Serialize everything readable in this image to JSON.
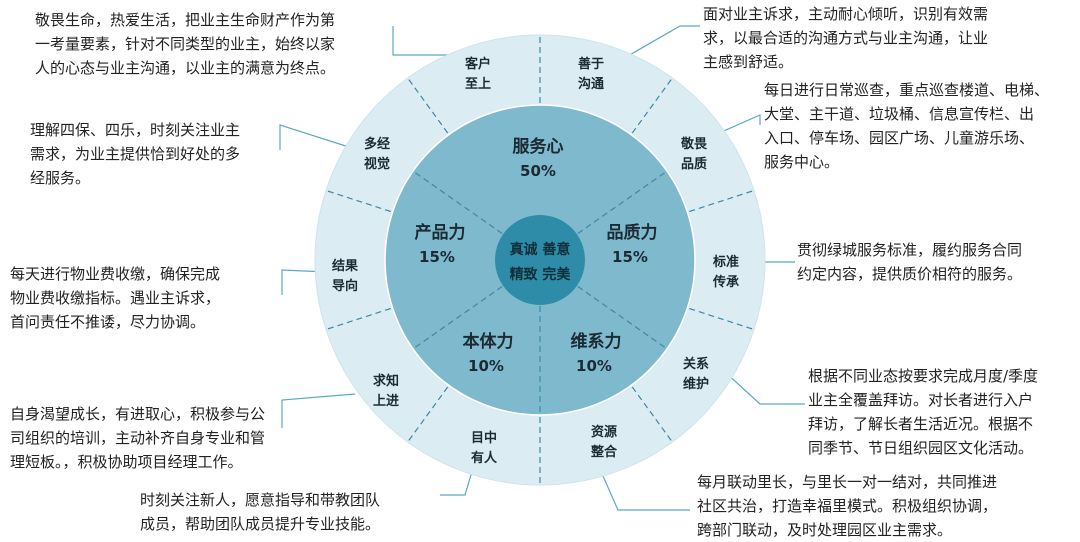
{
  "core": {
    "line1": "真诚 善意",
    "line2": "精致 完美"
  },
  "inner": [
    {
      "name": "服务心",
      "pct": "50%"
    },
    {
      "name": "品质力",
      "pct": "15%"
    },
    {
      "name": "维系力",
      "pct": "10%"
    },
    {
      "name": "本体力",
      "pct": "10%"
    },
    {
      "name": "产品力",
      "pct": "15%"
    }
  ],
  "outer": [
    {
      "line1": "善于",
      "line2": "沟通"
    },
    {
      "line1": "敬畏",
      "line2": "品质"
    },
    {
      "line1": "标准",
      "line2": "传承"
    },
    {
      "line1": "关系",
      "line2": "维护"
    },
    {
      "line1": "资源",
      "line2": "整合"
    },
    {
      "line1": "目中",
      "line2": "有人"
    },
    {
      "line1": "求知",
      "line2": "上进"
    },
    {
      "line1": "结果",
      "line2": "导向"
    },
    {
      "line1": "多经",
      "line2": "视觉"
    },
    {
      "line1": "客户",
      "line2": "至上"
    }
  ],
  "notes": [
    {
      "key": "客户至上",
      "text": "敬畏生命，热爱生活，把业主生命财产作为第\n一考量要素，针对不同类型的业主，始终以家\n人的心态与业主沟通，以业主的满意为终点。"
    },
    {
      "key": "善于沟通",
      "text": "面对业主诉求，主动耐心倾听，识别有效需\n求，以最合适的沟通方式与业主沟通，让业\n主感到舒适。"
    },
    {
      "key": "敬畏品质",
      "text": "每日进行日常巡查，重点巡查楼道、电梯、\n大堂、主干道、垃圾桶、信息宣传栏、出\n入口、停车场、园区广场、儿童游乐场、\n服务中心。"
    },
    {
      "key": "多经视觉",
      "text": "理解四保、四乐，时刻关注业主\n需求，为业主提供恰到好处的多\n经服务。"
    },
    {
      "key": "标准传承",
      "text": "贯彻绿城服务标准，履约服务合同\n约定内容，提供质价相符的服务。"
    },
    {
      "key": "结果导向",
      "text": "每天进行物业费收缴，确保完成\n物业费收缴指标。遇业主诉求，\n首问责任不推诿，尽力协调。"
    },
    {
      "key": "关系维护",
      "text": "根据不同业态按要求完成月度/季度\n业主全覆盖拜访。对长者进行入户\n拜访，了解长者生活近况。根据不\n同季节、节日组织园区文化活动。"
    },
    {
      "key": "求知上进",
      "text": "自身渴望成长，有进取心，积极参与公\n司组织的培训，主动补齐自身专业和管\n理短板。，积极协助项目经理工作。"
    },
    {
      "key": "目中有人",
      "text": "时刻关注新人，愿意指导和带教团队\n成员，帮助团队成员提升专业技能。"
    },
    {
      "key": "资源整合",
      "text": "每月联动里长，与里长一对一结对，共同推进\n社区共治，打造幸福里模式。积极组织协调，\n跨部门联动，及时处理园区业主需求。"
    }
  ],
  "colors": {
    "outer_ring": "#dcecf3",
    "middle_ring": "#7fb9cd",
    "core": "#2f8ca8",
    "divider": "#3b8aa8",
    "connector": "#5aa9c4"
  }
}
